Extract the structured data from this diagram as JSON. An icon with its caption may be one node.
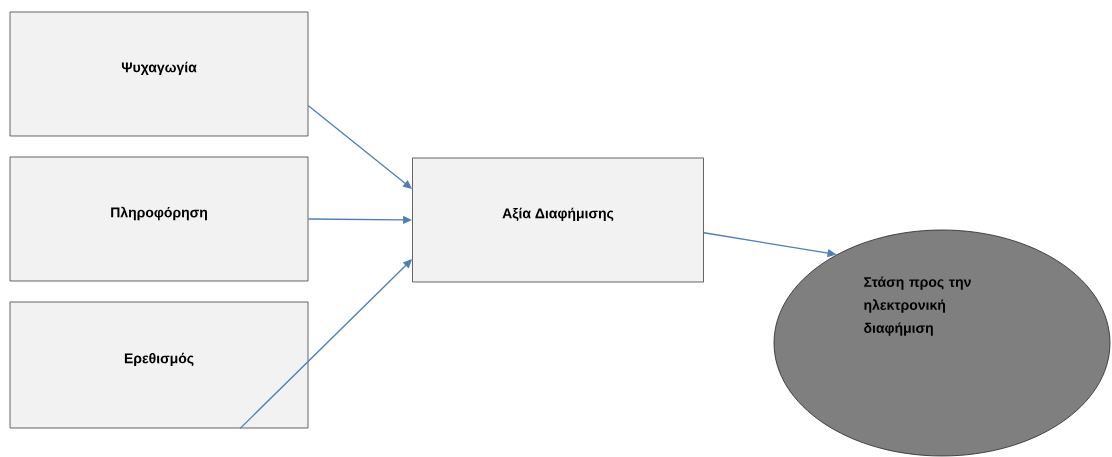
{
  "diagram": {
    "nodes": [
      {
        "text": [
          "Ψυχαγωγία"
        ]
      },
      {
        "text": [
          "Πληροφόρηση"
        ]
      },
      {
        "text": [
          "Ερεθισμός"
        ]
      },
      {
        "text": [
          "Αξία Διαφήμισης"
        ]
      },
      {
        "text": [
          "Στάση προς την ηλεκτρονική διαφήμιση"
        ]
      }
    ],
    "edges": [
      {
        "from": 0,
        "to": 3,
        "arrow": "to"
      },
      {
        "from": 1,
        "to": 3,
        "arrow": "to"
      },
      {
        "from": 2,
        "to": 3,
        "arrow": "to"
      },
      {
        "from": 3,
        "to": 4,
        "arrow": "to"
      }
    ]
  }
}
